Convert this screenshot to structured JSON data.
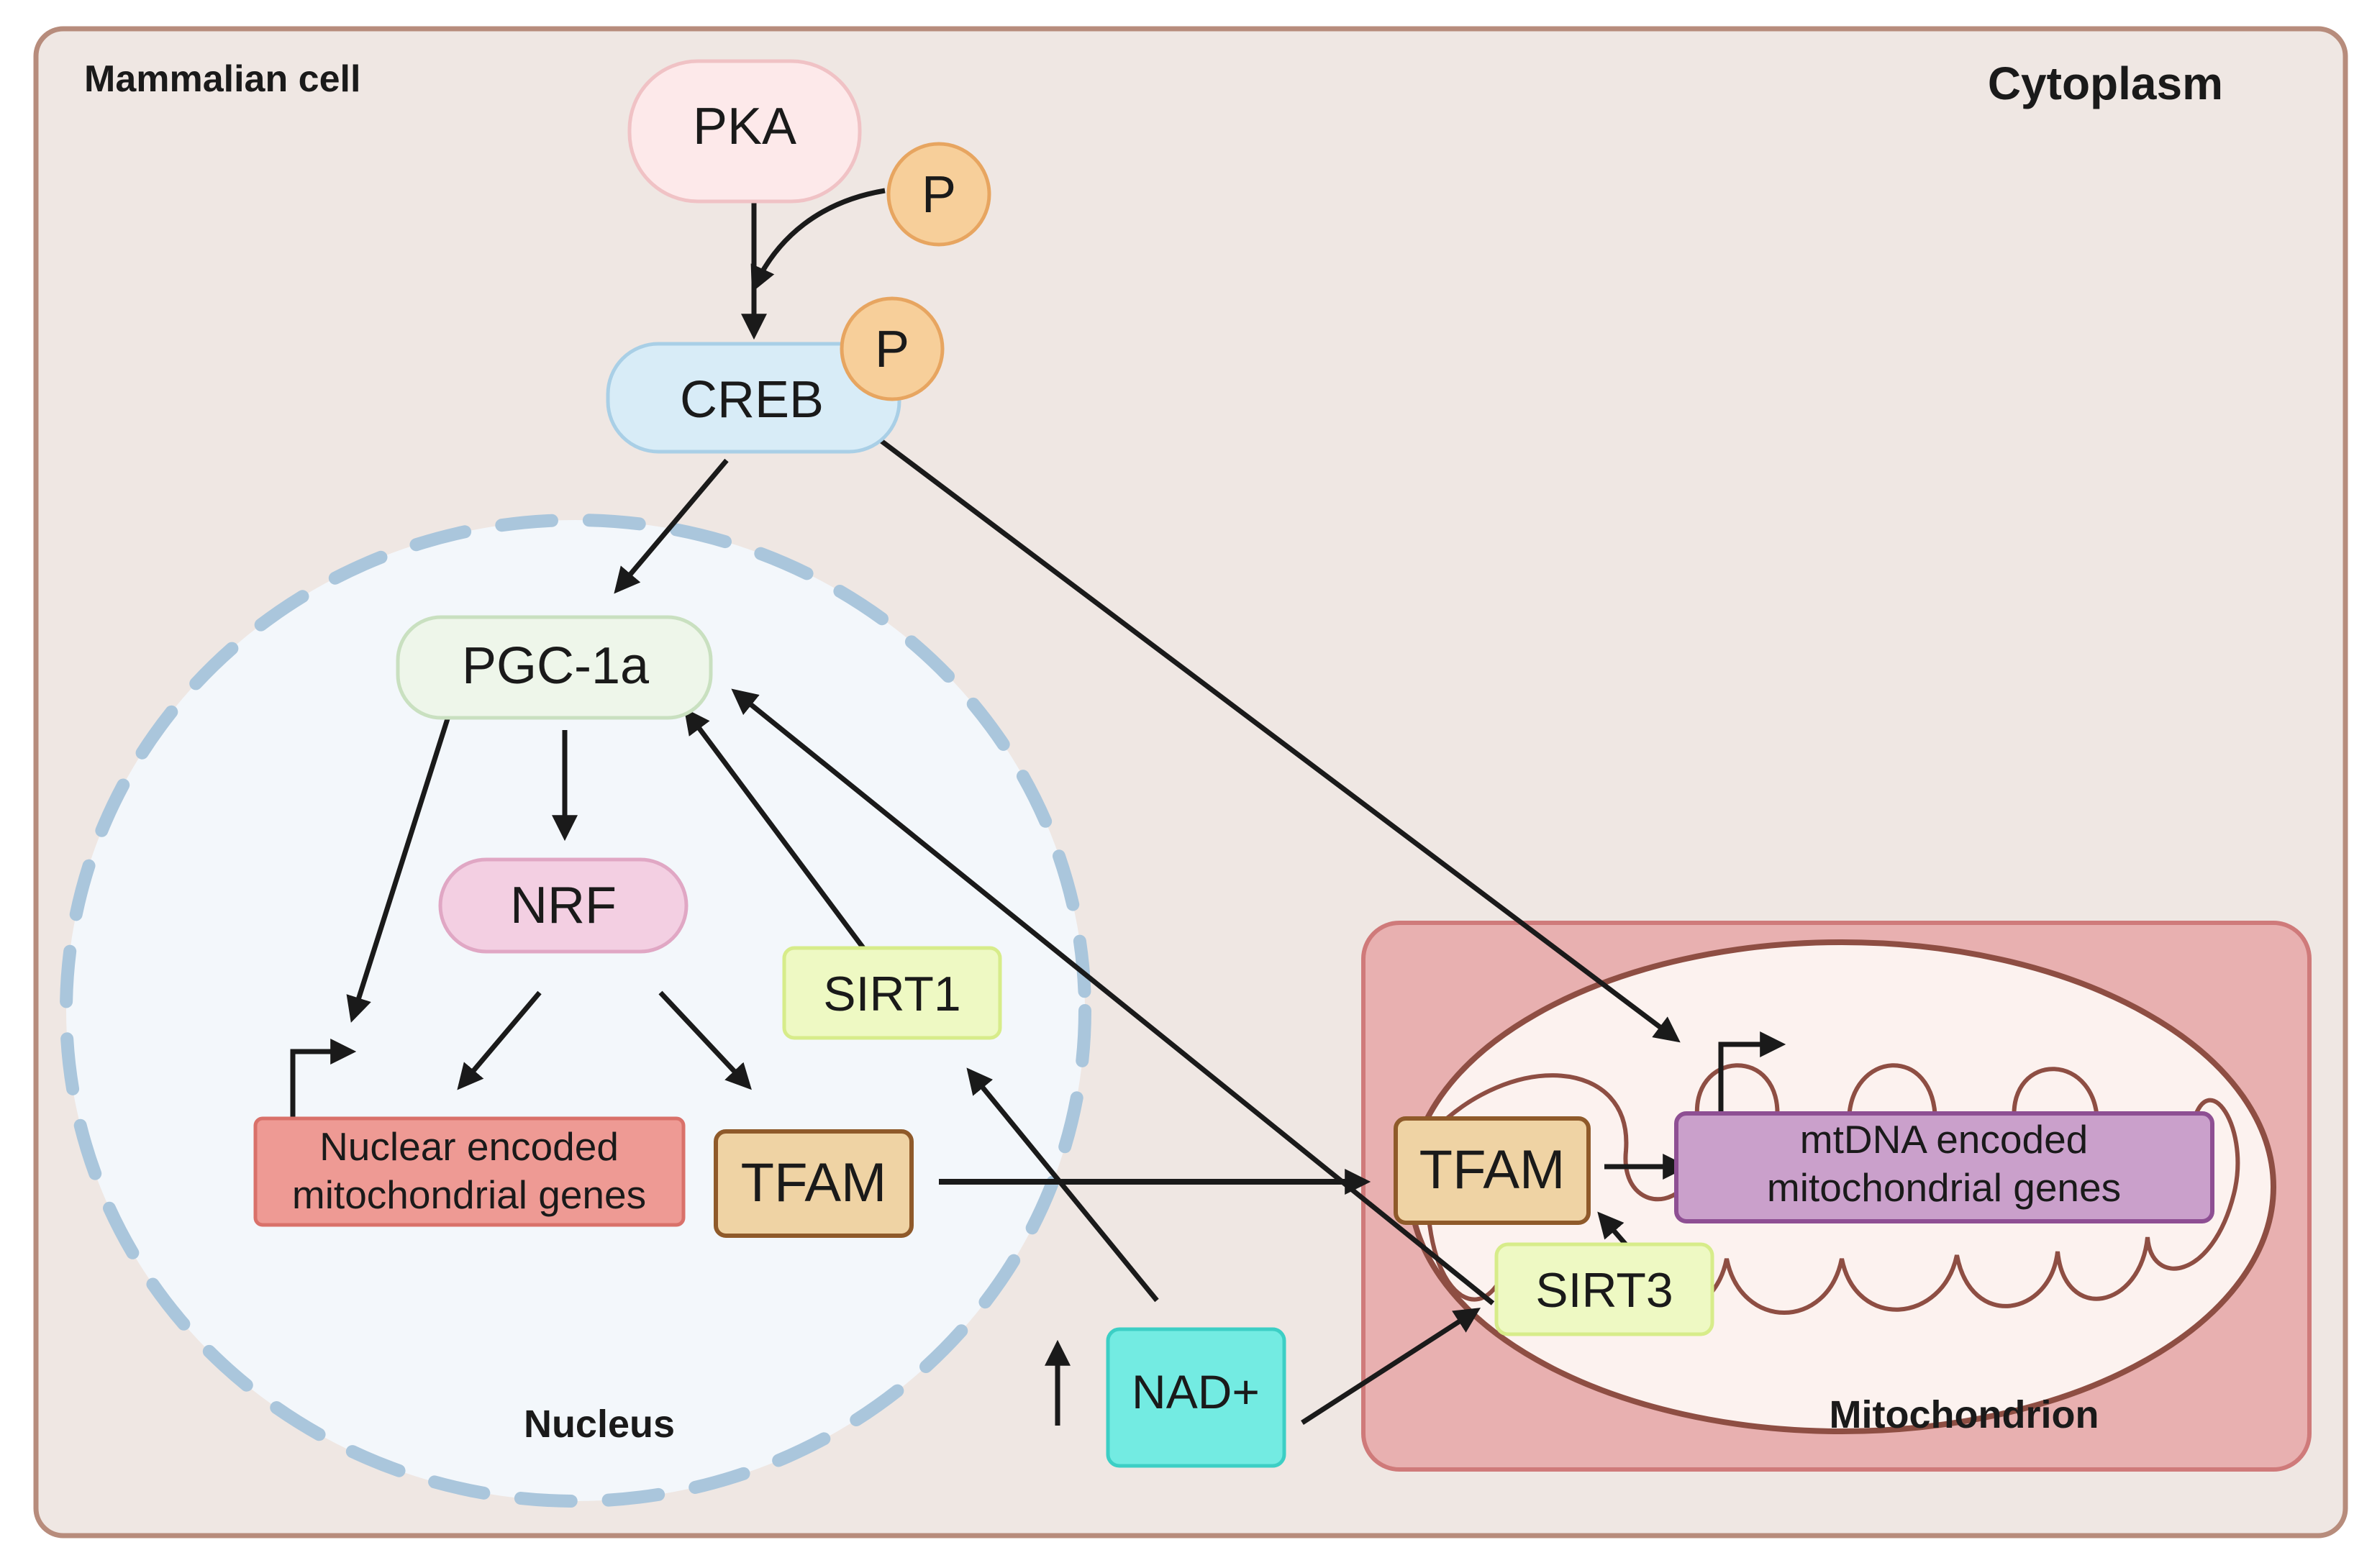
{
  "regions": {
    "cell": "Mammalian cell",
    "cytoplasm": "Cytoplasm",
    "nucleus": "Nucleus",
    "mitochondrion": "Mitochondrion"
  },
  "nodes": {
    "pka": "PKA",
    "p1": "P",
    "p2": "P",
    "creb": "CREB",
    "pgc": "PGC-1a",
    "nrf": "NRF",
    "sirt1": "SIRT1",
    "nuclear_genes_1": "Nuclear encoded",
    "nuclear_genes_2": "mitochondrial genes",
    "tfam_nuc": "TFAM",
    "tfam_mito": "TFAM",
    "mtdna_genes_1": "mtDNA encoded",
    "mtdna_genes_2": "mitochondrial genes",
    "sirt3": "SIRT3",
    "nad": "NAD+",
    "nad_increase": "↑"
  },
  "colors": {
    "cell_bg": "#efe7e3",
    "cell_border": "#b78c7c",
    "nucleus_bg": "#f3f7fb",
    "nucleus_dash": "#aac6dc",
    "mito_box": "#e8b0b0",
    "mito_box_border": "#cf7a7a",
    "mito_inner": "#fcf2ef",
    "mito_membrane": "#8e4e43",
    "pka": "#fde9ea",
    "p": "#f7cf9a",
    "creb": "#d8ecf7",
    "pgc": "#eef6ea",
    "nrf": "#f3cfe2",
    "sirt": "#eef9c3",
    "nuclear_genes": "#ee9a94",
    "tfam": "#efd3a4",
    "mtdna": "#caa0cb",
    "nad": "#73ebe2"
  }
}
